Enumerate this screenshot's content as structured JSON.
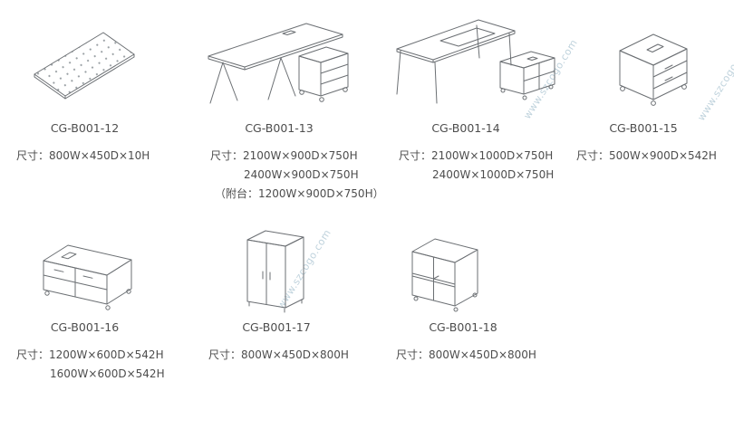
{
  "page": {
    "background": "#ffffff"
  },
  "colors": {
    "text": "#4d4d4d",
    "line": "#6b6f73",
    "watermark": "#c0d3dd",
    "dots": "#9aa0a4"
  },
  "watermark": {
    "text": "www.szcogo.com"
  },
  "products": [
    {
      "code": "CG-B001-12",
      "dims": [
        "尺寸：800W×450D×10H"
      ]
    },
    {
      "code": "CG-B001-13",
      "dims": [
        "尺寸：2100W×900D×750H",
        "2400W×900D×750H",
        "（附台：1200W×900D×750H）"
      ]
    },
    {
      "code": "CG-B001-14",
      "dims": [
        "尺寸：2100W×1000D×750H",
        "2400W×1000D×750H"
      ]
    },
    {
      "code": "CG-B001-15",
      "dims": [
        "尺寸：500W×900D×542H"
      ]
    },
    {
      "code": "CG-B001-16",
      "dims": [
        "尺寸：1200W×600D×542H",
        "1600W×600D×542H"
      ]
    },
    {
      "code": "CG-B001-17",
      "dims": [
        "尺寸：800W×450D×800H"
      ]
    },
    {
      "code": "CG-B001-18",
      "dims": [
        "尺寸：800W×450D×800H"
      ]
    }
  ]
}
